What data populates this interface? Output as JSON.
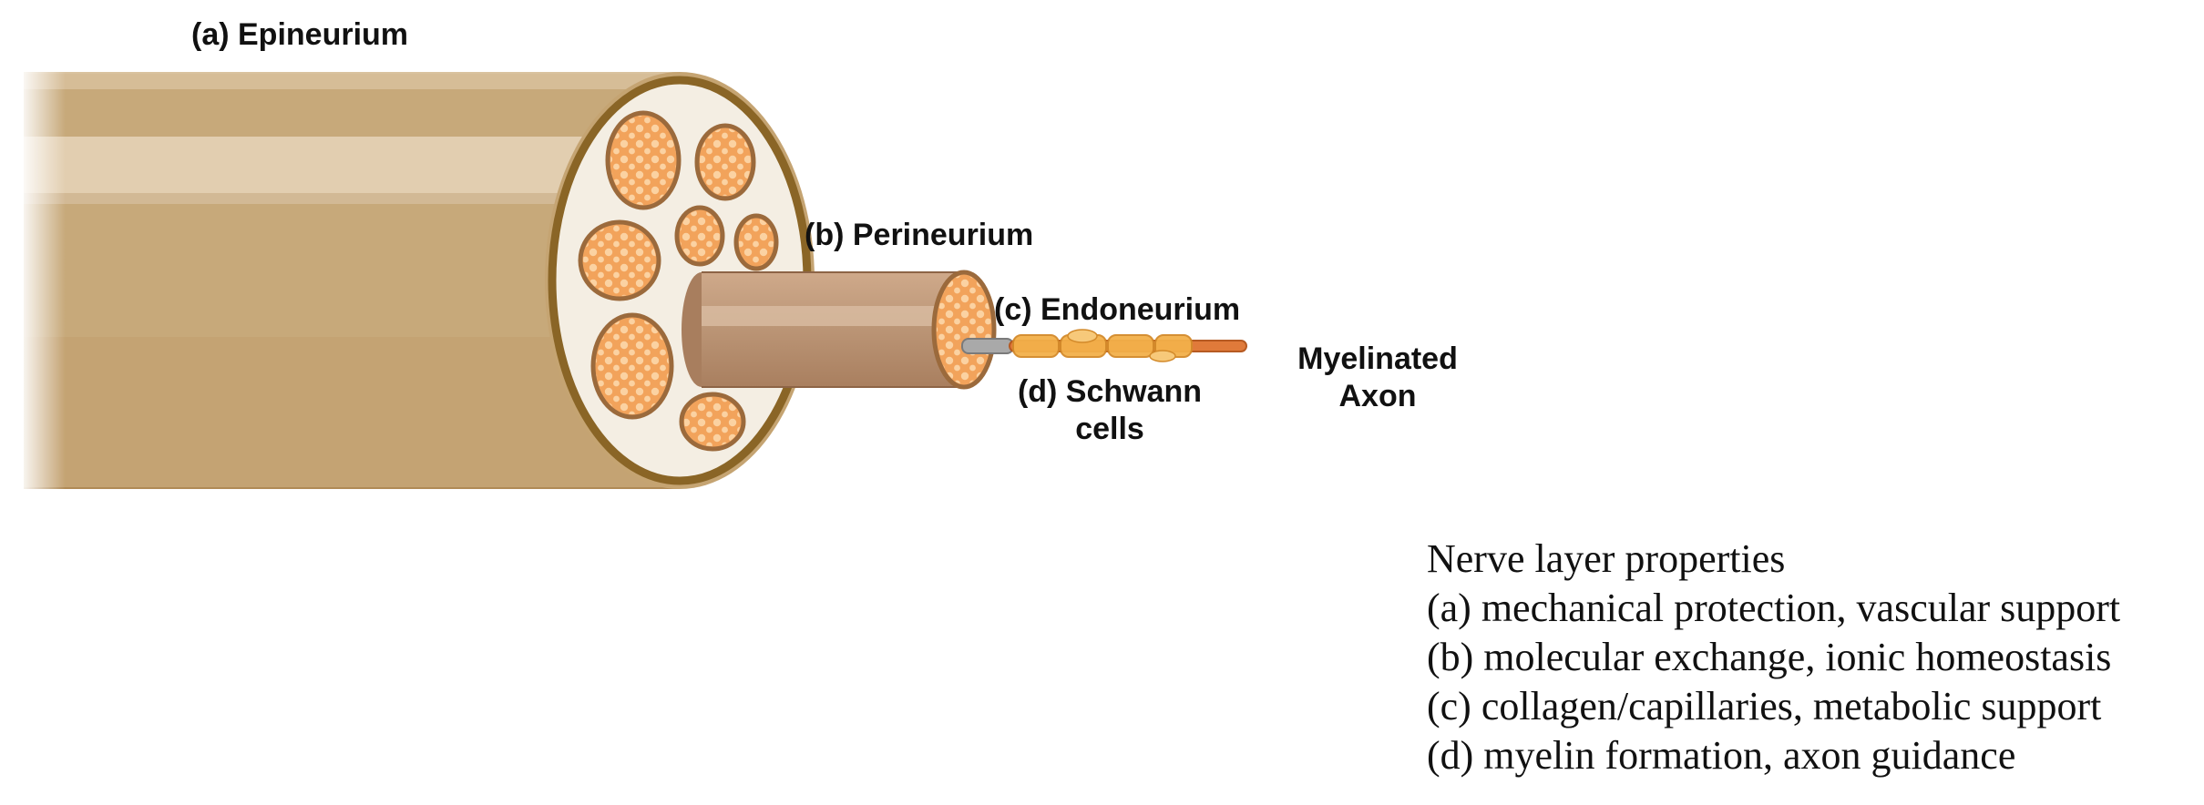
{
  "labels": {
    "epineurium": "(a) Epineurium",
    "perineurium": "(b) Perineurium",
    "endoneurium": "(c) Endoneurium",
    "schwann": [
      "(d) Schwann",
      "cells"
    ],
    "axon": [
      "Myelinated",
      "Axon"
    ]
  },
  "legend": {
    "title": "Nerve layer properties",
    "items": [
      "(a) mechanical protection, vascular support",
      "(b) molecular exchange, ionic homeostasis",
      "(c) collagen/capillaries, metabolic support",
      "(d) myelin formation, axon guidance"
    ]
  },
  "colors": {
    "epineurium": "#c7a97a",
    "epineurium_light": "#e6d3b6",
    "epineurium_rim": "#8a6526",
    "inner_face": "#f4eee3",
    "perineurium": "#b88e6e",
    "fascicle_fill": "#f2a35b",
    "fascicle_dot": "#fbd7ab",
    "fascicle_rim": "#9b6a3c",
    "axon_core": "#e07a3a",
    "schwann_sheath": "#f3b04a",
    "endoneurium_tube": "#a9a9a9"
  }
}
